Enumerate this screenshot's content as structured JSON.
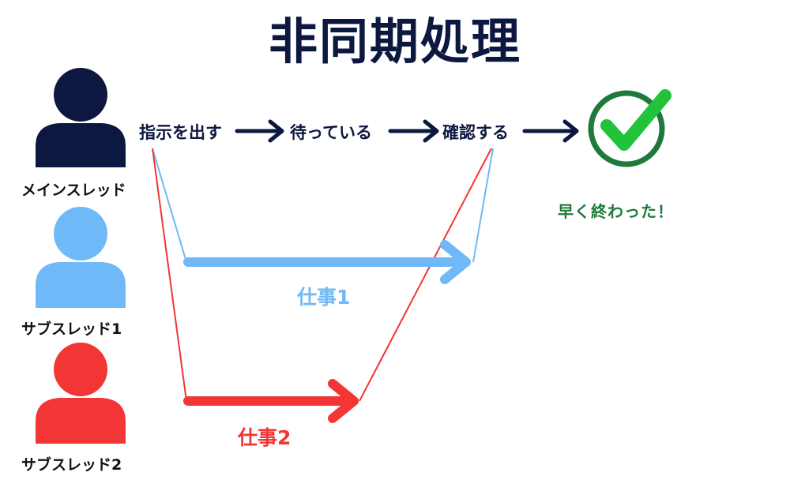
{
  "title": "非同期処理",
  "threads": [
    {
      "label": "メインスレッド",
      "color": "#0d1840"
    },
    {
      "label": "サブスレッド1",
      "color": "#6fb9f8"
    },
    {
      "label": "サブスレッド2",
      "color": "#f23535"
    }
  ],
  "steps": [
    "指示を出す",
    "待っている",
    "確認する"
  ],
  "tasks": [
    {
      "label": "仕事1",
      "color": "#6fb9f8"
    },
    {
      "label": "仕事2",
      "color": "#f23535"
    }
  ],
  "result": {
    "label": "早く終わった！",
    "color": "#1e7a3a",
    "icon": "checkmark-icon",
    "check_color": "#22c23a"
  }
}
